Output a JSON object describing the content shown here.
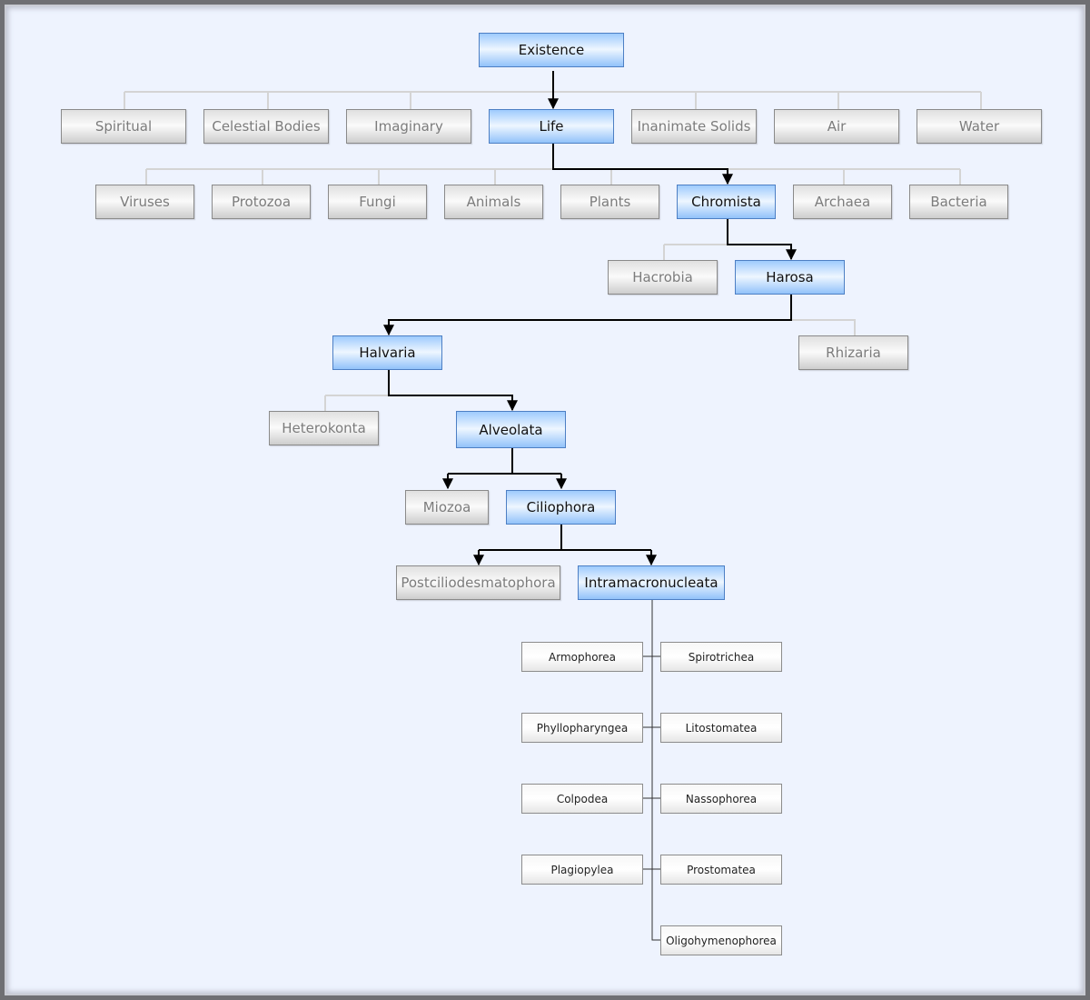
{
  "diagram": {
    "root": "Existence",
    "level1": [
      "Spiritual",
      "Celestial Bodies",
      "Imaginary",
      "Life",
      "Inanimate Solids",
      "Air",
      "Water"
    ],
    "level2": [
      "Viruses",
      "Protozoa",
      "Fungi",
      "Animals",
      "Plants",
      "Chromista",
      "Archaea",
      "Bacteria"
    ],
    "level3": [
      "Hacrobia",
      "Harosa"
    ],
    "level4": [
      "Halvaria",
      "Rhizaria"
    ],
    "level5": [
      "Heterokonta",
      "Alveolata"
    ],
    "level6": [
      "Miozoa",
      "Ciliophora"
    ],
    "level7": [
      "Postciliodesmatophora",
      "Intramacronucleata"
    ],
    "classes": [
      "Armophorea",
      "Spirotrichea",
      "Phyllopharyngea",
      "Litostomatea",
      "Colpodea",
      "Nassophorea",
      "Plagiopylea",
      "Prostomatea",
      "Oligohymenophorea"
    ],
    "colors": {
      "path_fill": "#b5d7fd",
      "path_border": "#4d7fc4",
      "other_fill": "#e8e8e8",
      "other_text": "#7c7c7c",
      "background": "#eef3fe",
      "path_line": "#000000",
      "other_line": "#d4d4d4"
    }
  }
}
